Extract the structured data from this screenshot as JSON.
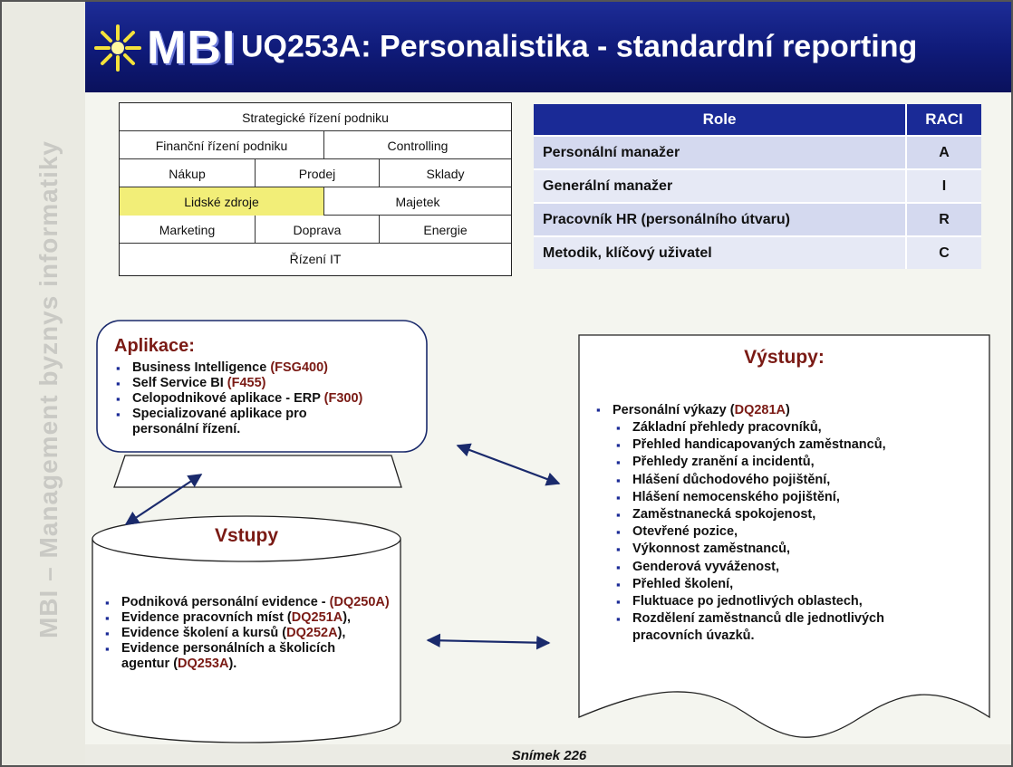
{
  "sidebar": {
    "text": "MBI – Management byznys informatiky"
  },
  "header": {
    "logo_text": "MBI",
    "title": "UQ253A: Personalistika - standardní reporting",
    "bg_color": "#0f1a78"
  },
  "process_grid": {
    "rows": [
      [
        "Strategické řízení podniku"
      ],
      [
        "Finanční řízení podniku",
        "Controlling"
      ],
      [
        "Nákup",
        "Prodej",
        "Sklady"
      ],
      [
        "Lidské zdroje",
        "Majetek"
      ],
      [
        "Marketing",
        "Doprava",
        "Energie"
      ],
      [
        "Řízení IT"
      ]
    ],
    "highlighted": "Lidské zdroje",
    "highlight_color": "#f2ee78"
  },
  "raci": {
    "headers": {
      "role": "Role",
      "raci": "RACI"
    },
    "rows": [
      {
        "role": "Personální  manažer",
        "raci": "A"
      },
      {
        "role": "Generální manažer",
        "raci": "I"
      },
      {
        "role": "Pracovník HR (personálního útvaru)",
        "raci": "R"
      },
      {
        "role": "Metodik, klíčový uživatel",
        "raci": "C"
      }
    ],
    "header_color": "#1a2a96"
  },
  "aplikace": {
    "title": "Aplikace:",
    "items": [
      {
        "text": "Business Intelligence ",
        "code": "(FSG400)"
      },
      {
        "text": "Self Service BI ",
        "code": "(F455)"
      },
      {
        "text": "Celopodnikové aplikace - ERP ",
        "code": "(F300)"
      },
      {
        "text": "Specializované aplikace pro personální řízení.",
        "code": ""
      }
    ]
  },
  "vstupy": {
    "title": "Vstupy",
    "items": [
      {
        "text": "Podniková personální evidence - ",
        "code": "(DQ250A)",
        "after": ""
      },
      {
        "text": "Evidence pracovních míst (",
        "code": "DQ251A",
        "after": "),"
      },
      {
        "text": "Evidence školení a kursů (",
        "code": "DQ252A",
        "after": "),"
      },
      {
        "text": "Evidence personálních a školicích agentur (",
        "code": "DQ253A",
        "after": ")."
      }
    ]
  },
  "vystupy": {
    "title": "Výstupy:",
    "main_item": {
      "text": "Personální výkazy (",
      "code": "DQ281A",
      "after": ")"
    },
    "sub_items": [
      "Základní přehledy pracovníků,",
      "Přehled handicapovaných zaměstnanců,",
      "Přehledy zranění a incidentů,",
      "Hlášení důchodového pojištění,",
      "Hlášení nemocenského pojištění,",
      "Zaměstnanecká spokojenost,",
      "Otevřené pozice,",
      "Výkonnost zaměstnanců,",
      "Genderová vyváženost,",
      "Přehled školení,",
      "Fluktuace po jednotlivých oblastech,",
      "Rozdělení zaměstnanců dle jednotlivých pracovních úvazků."
    ]
  },
  "footer": {
    "text": "Snímek  226"
  }
}
